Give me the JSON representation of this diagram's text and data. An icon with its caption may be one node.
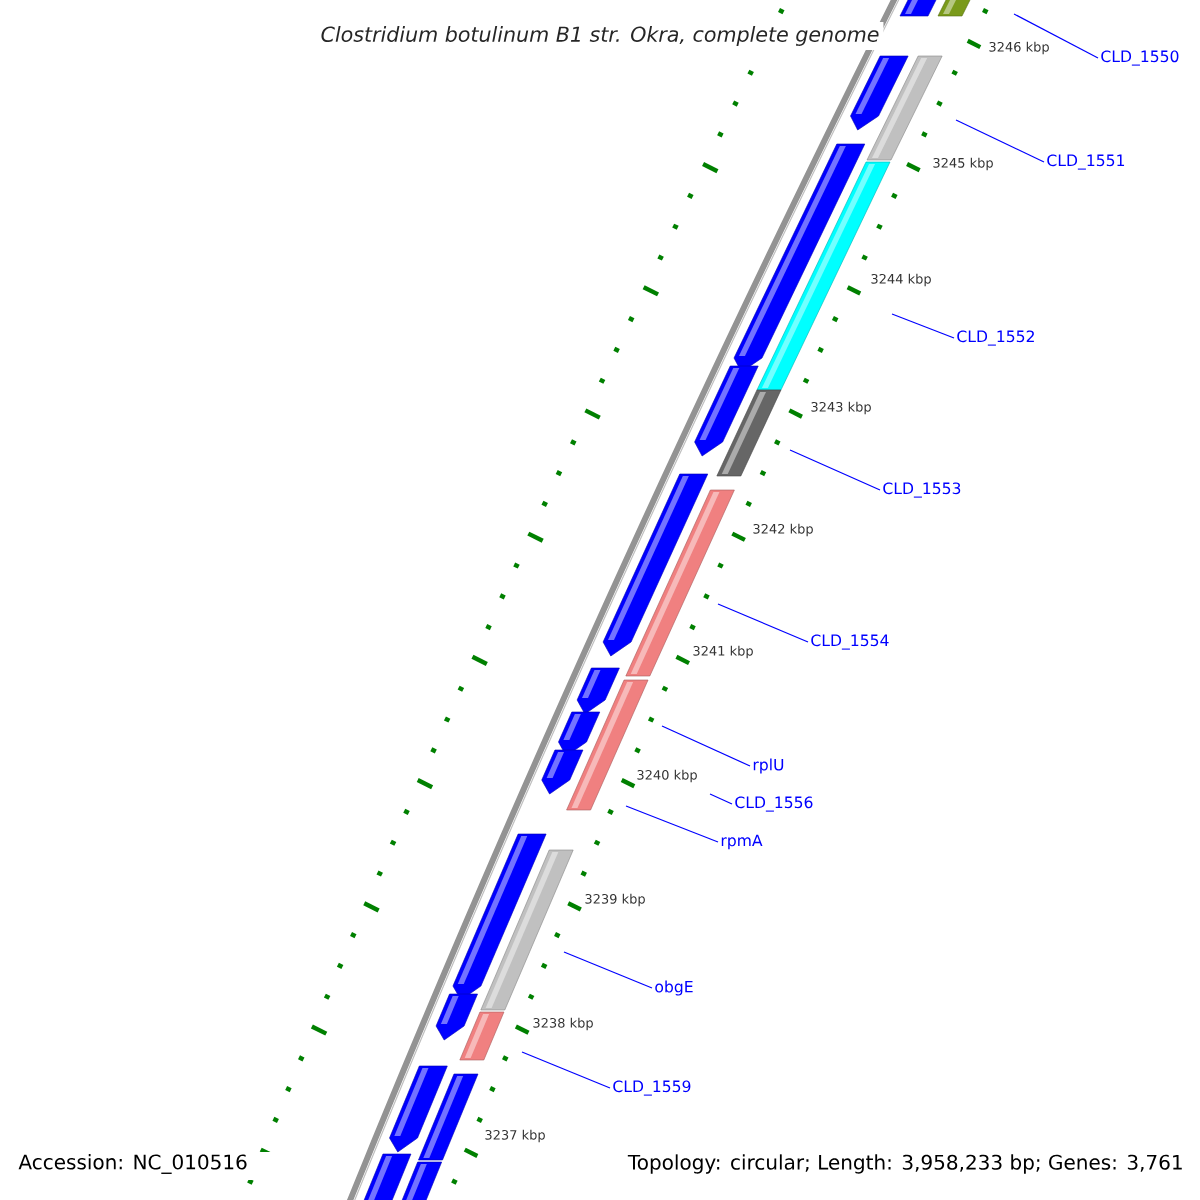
{
  "diagram": {
    "title": "Clostridium botulinum B1 str. Okra, complete genome",
    "nodes": [
      {
        "text": [
          "CLD_1550"
        ]
      },
      {
        "text": [
          "CLD_1551"
        ]
      },
      {
        "text": [
          "CLD_1552"
        ]
      },
      {
        "text": [
          "CLD_1553"
        ]
      },
      {
        "text": [
          "CLD_1554"
        ]
      },
      {
        "text": [
          "rplU"
        ]
      },
      {
        "text": [
          "CLD_1556"
        ]
      },
      {
        "text": [
          "rpmA"
        ]
      },
      {
        "text": [
          "obgE"
        ]
      },
      {
        "text": [
          "CLD_1559"
        ]
      }
    ],
    "edges": [
      {
        "from": 0,
        "to": null,
        "arrow": "none"
      },
      {
        "from": 1,
        "to": null,
        "arrow": "none"
      },
      {
        "from": 2,
        "to": null,
        "arrow": "none"
      },
      {
        "from": 3,
        "to": null,
        "arrow": "none"
      },
      {
        "from": 4,
        "to": null,
        "arrow": "none"
      },
      {
        "from": 5,
        "to": null,
        "arrow": "none"
      },
      {
        "from": 6,
        "to": null,
        "arrow": "none"
      },
      {
        "from": 7,
        "to": null,
        "arrow": "none"
      },
      {
        "from": 8,
        "to": null,
        "arrow": "none"
      },
      {
        "from": 9,
        "to": null,
        "arrow": "none"
      }
    ],
    "labels": [
      "3246 kbp",
      "3245 kbp",
      "3244 kbp",
      "3243 kbp",
      "3242 kbp",
      "3241 kbp",
      "3240 kbp",
      "3239 kbp",
      "3238 kbp",
      "3237 kbp",
      "Accession: NC_010516",
      "Topology: circular; Length: 3,958,233 bp; Genes: 3,761"
    ]
  }
}
